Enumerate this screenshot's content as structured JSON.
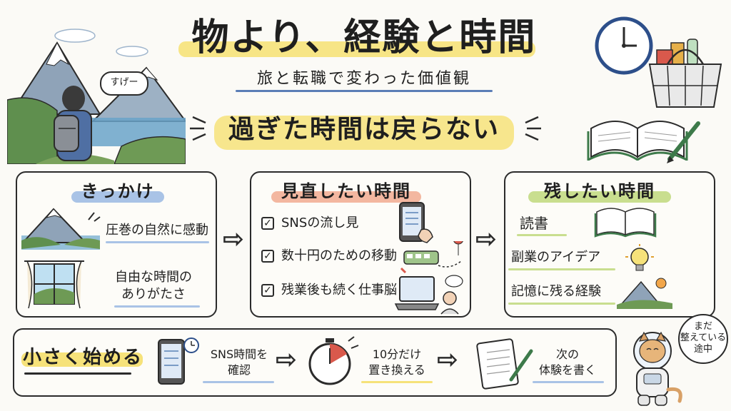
{
  "header": {
    "title": "物より、経験と時間",
    "subtitle": "旅と転職で変わった価値観",
    "motto": "過ぎた時間は戻らない",
    "speech": "すげー"
  },
  "sections": {
    "trigger": {
      "title": "きっかけ",
      "items": [
        "圧巻の自然に感動",
        "自由な時間の",
        "ありがたさ"
      ]
    },
    "review": {
      "title": "見直したい時間",
      "items": [
        "SNSの流し見",
        "数十円のための移動",
        "残業後も続く仕事脳"
      ]
    },
    "keep": {
      "title": "残したい時間",
      "items": [
        "読書",
        "副業のアイデア",
        "記憶に残る経験"
      ]
    }
  },
  "steps": {
    "title": "小さく始める",
    "items": [
      {
        "line1": "SNS時間を",
        "line2": "確認"
      },
      {
        "line1": "10分だけ",
        "line2": "置き換える"
      },
      {
        "line1": "次の",
        "line2": "体験を書く"
      }
    ]
  },
  "mascot": {
    "bubble_line1": "まだ",
    "bubble_line2": "整えている",
    "bubble_line3": "途中"
  },
  "colors": {
    "yellow": "#f6e27a",
    "blue": "#a9c3e6",
    "salmon": "#f3b7a0",
    "green": "#c9de8f",
    "ink": "#2b2b2b"
  }
}
